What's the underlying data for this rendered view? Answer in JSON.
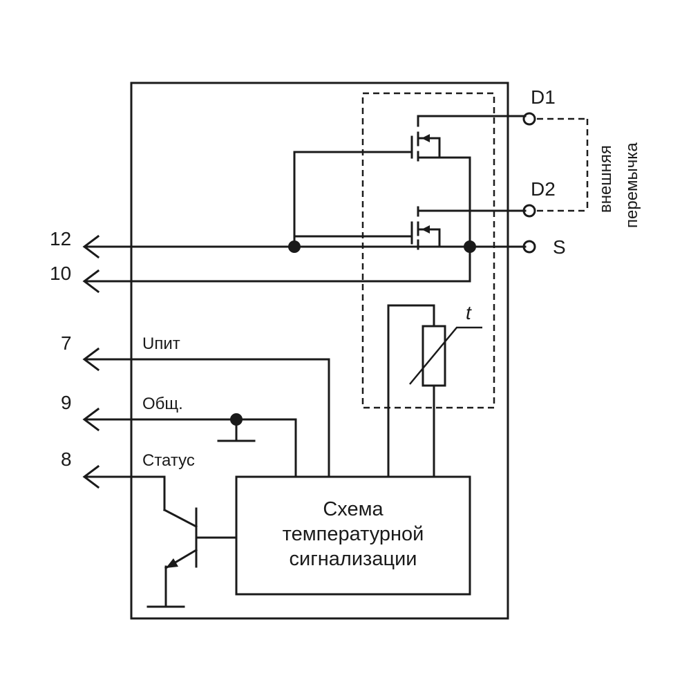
{
  "pins": {
    "p12": "12",
    "p10": "10",
    "p7": "7",
    "p9": "9",
    "p8": "8"
  },
  "signals": {
    "supply": "Uпит",
    "common": "Общ.",
    "status": "Статус"
  },
  "terminals": {
    "d1": "D1",
    "d2": "D2",
    "s": "S"
  },
  "jumper": {
    "line1": "внешняя",
    "line2": "перемычка"
  },
  "thermistor_label": "t",
  "block": {
    "line1": "Схема",
    "line2": "температурной",
    "line3": "сигнализации"
  }
}
